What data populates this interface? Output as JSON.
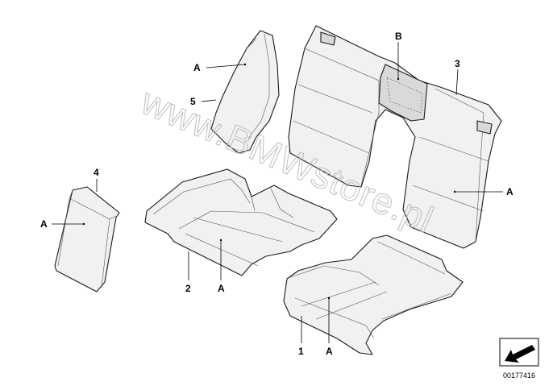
{
  "diagram": {
    "callouts": {
      "part_1": "1",
      "part_2": "2",
      "part_3": "3",
      "part_4": "4",
      "part_5": "5",
      "ref_a_side_trim": "A",
      "ref_a_armrest": "A",
      "ref_a_left_cushion": "A",
      "ref_a_right_cushion": "A",
      "ref_a_backrest": "A",
      "ref_b_center": "B"
    },
    "watermark": "www.BMWstore.pl",
    "diagram_number": "00177416",
    "icon": "arrow-pointer-icon"
  }
}
